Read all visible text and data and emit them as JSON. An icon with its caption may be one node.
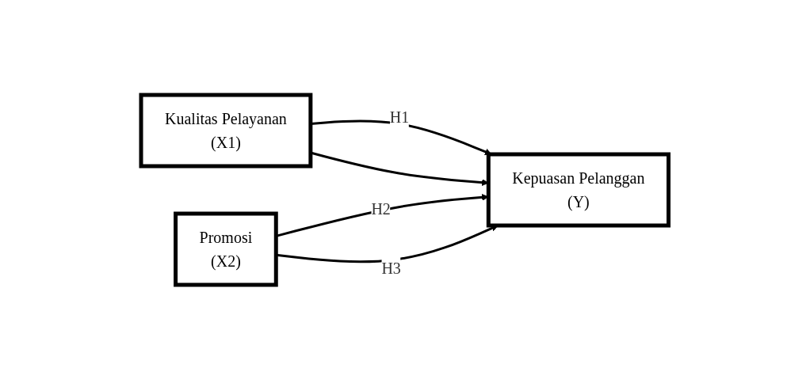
{
  "diagram": {
    "nodes": [
      {
        "text": [
          "Kualitas Pelayanan",
          "(X1)"
        ]
      },
      {
        "text": [
          "Promosi",
          "(X2)"
        ]
      },
      {
        "text": [
          "Kepuasan Pelanggan",
          "(Y)"
        ]
      }
    ],
    "edges": [
      {
        "from": 0,
        "to": 2,
        "arrow": "to",
        "label": "H1"
      },
      {
        "from": 1,
        "to": 2,
        "arrow": "to",
        "label": "H2"
      },
      {
        "from": 0,
        "to": 2,
        "arrow": "to"
      },
      {
        "from": 1,
        "to": 2,
        "arrow": "to",
        "label": "H3"
      }
    ]
  }
}
